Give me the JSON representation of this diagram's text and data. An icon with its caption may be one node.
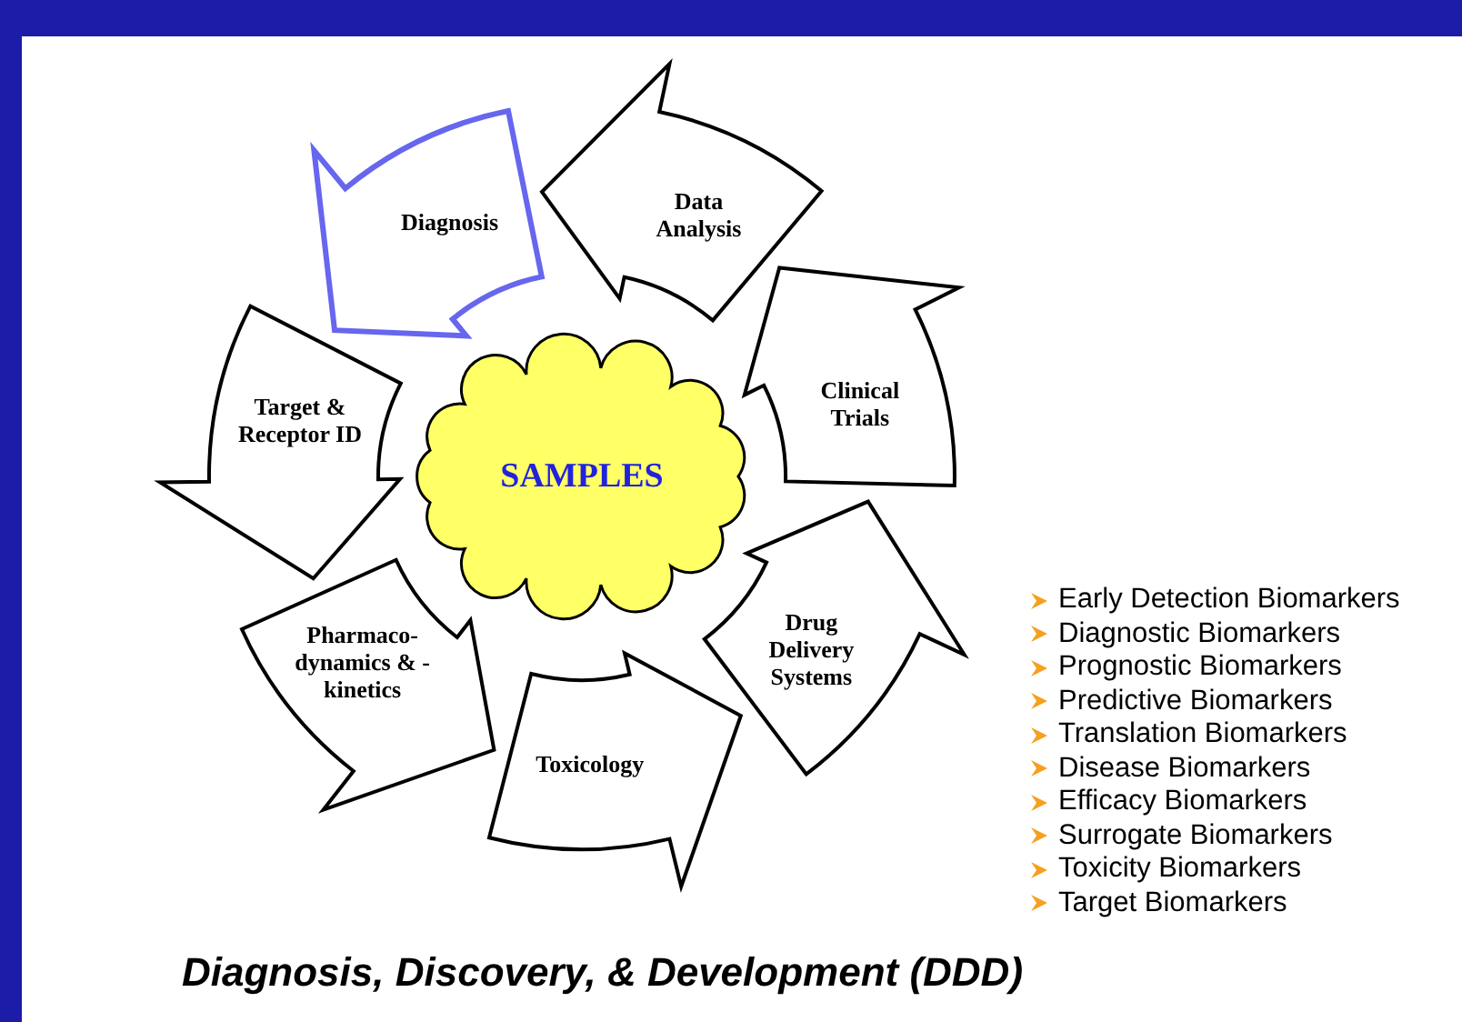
{
  "diagram": {
    "caption": "Diagnosis, Discovery, & Development (DDD)",
    "nodes": [
      {
        "text": [
          "SAMPLES"
        ]
      },
      {
        "text": [
          "Data Analysis"
        ]
      },
      {
        "text": [
          "Diagnosis"
        ]
      },
      {
        "text": [
          "Target & Receptor ID"
        ]
      },
      {
        "text": [
          "Pharmaco- dynamics & - kinetics"
        ]
      },
      {
        "text": [
          "Toxicology"
        ]
      },
      {
        "text": [
          "Drug Delivery Systems"
        ]
      },
      {
        "text": [
          "Clinical Trials"
        ]
      }
    ],
    "labels": [
      "Early Detection Biomarkers",
      "Diagnostic Biomarkers",
      "Prognostic Biomarkers",
      "Predictive Biomarkers",
      "Translation Biomarkers",
      "Disease Biomarkers",
      "Efficacy Biomarkers",
      "Surrogate Biomarkers",
      "Toxicity Biomarkers",
      "Target Biomarkers"
    ]
  }
}
